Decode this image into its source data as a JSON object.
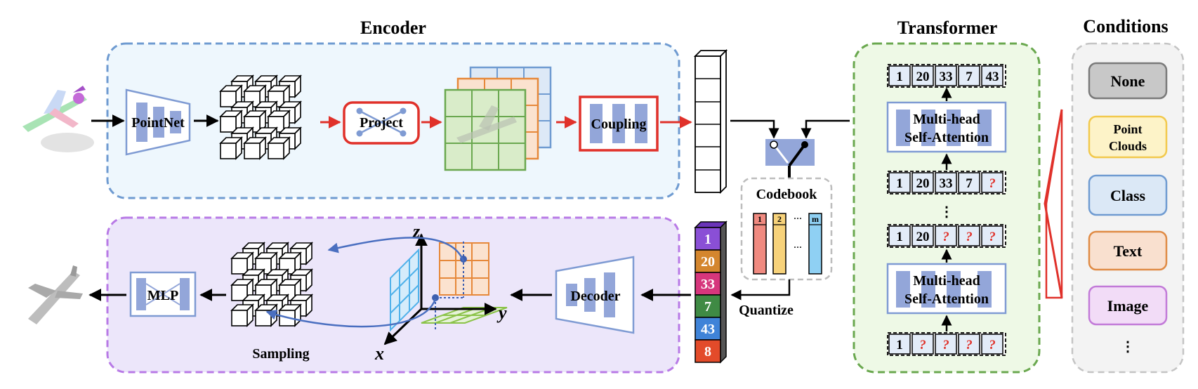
{
  "headings": {
    "encoder": "Encoder",
    "transformer": "Transformer",
    "conditions": "Conditions"
  },
  "encoder": {
    "pointnet": "PointNet",
    "project": "Project",
    "coupling": "Coupling"
  },
  "decoder_path": {
    "decoder": "Decoder",
    "mlp": "MLP",
    "sampling": "Sampling",
    "axis_x": "x",
    "axis_y": "y",
    "axis_z": "z"
  },
  "codebook": {
    "title": "Codebook",
    "entry_1": "1",
    "entry_2": "2",
    "entry_m": "m",
    "ellipsis": "···",
    "quantize": "Quantize"
  },
  "quantized_indices": [
    "1",
    "20",
    "33",
    "7",
    "43",
    "8"
  ],
  "transformer": {
    "attention_line1": "Multi-head",
    "attention_line2": "Self-Attention",
    "seq_top": [
      "1",
      "20",
      "33",
      "7",
      "43"
    ],
    "seq_mid_upper": [
      "1",
      "20",
      "33",
      "7",
      "?"
    ],
    "seq_mid_lower": [
      "1",
      "20",
      "?",
      "?",
      "?"
    ],
    "seq_bottom": [
      "1",
      "?",
      "?",
      "?",
      "?"
    ],
    "vertical_ellipsis": "⋮"
  },
  "conditions": {
    "none": "None",
    "point_clouds_line1": "Point",
    "point_clouds_line2": "Clouds",
    "class": "Class",
    "text": "Text",
    "image": "Image",
    "more": "⋮"
  },
  "colors": {
    "encoder_bg": "#eef7fd",
    "encoder_border": "#6f9bd1",
    "decoder_bg": "#ece6fa",
    "decoder_border": "#b87ae6",
    "transformer_bg": "#eef9e6",
    "transformer_border": "#6aa84f",
    "conditions_bg": "#f3f3f3",
    "accent_red": "#e0312a",
    "block_blue": "#93a6d9",
    "index_colors": [
      "#8a4fd6",
      "#d4862e",
      "#d6367c",
      "#3f8a44",
      "#3f83d8",
      "#e34b2a"
    ]
  }
}
